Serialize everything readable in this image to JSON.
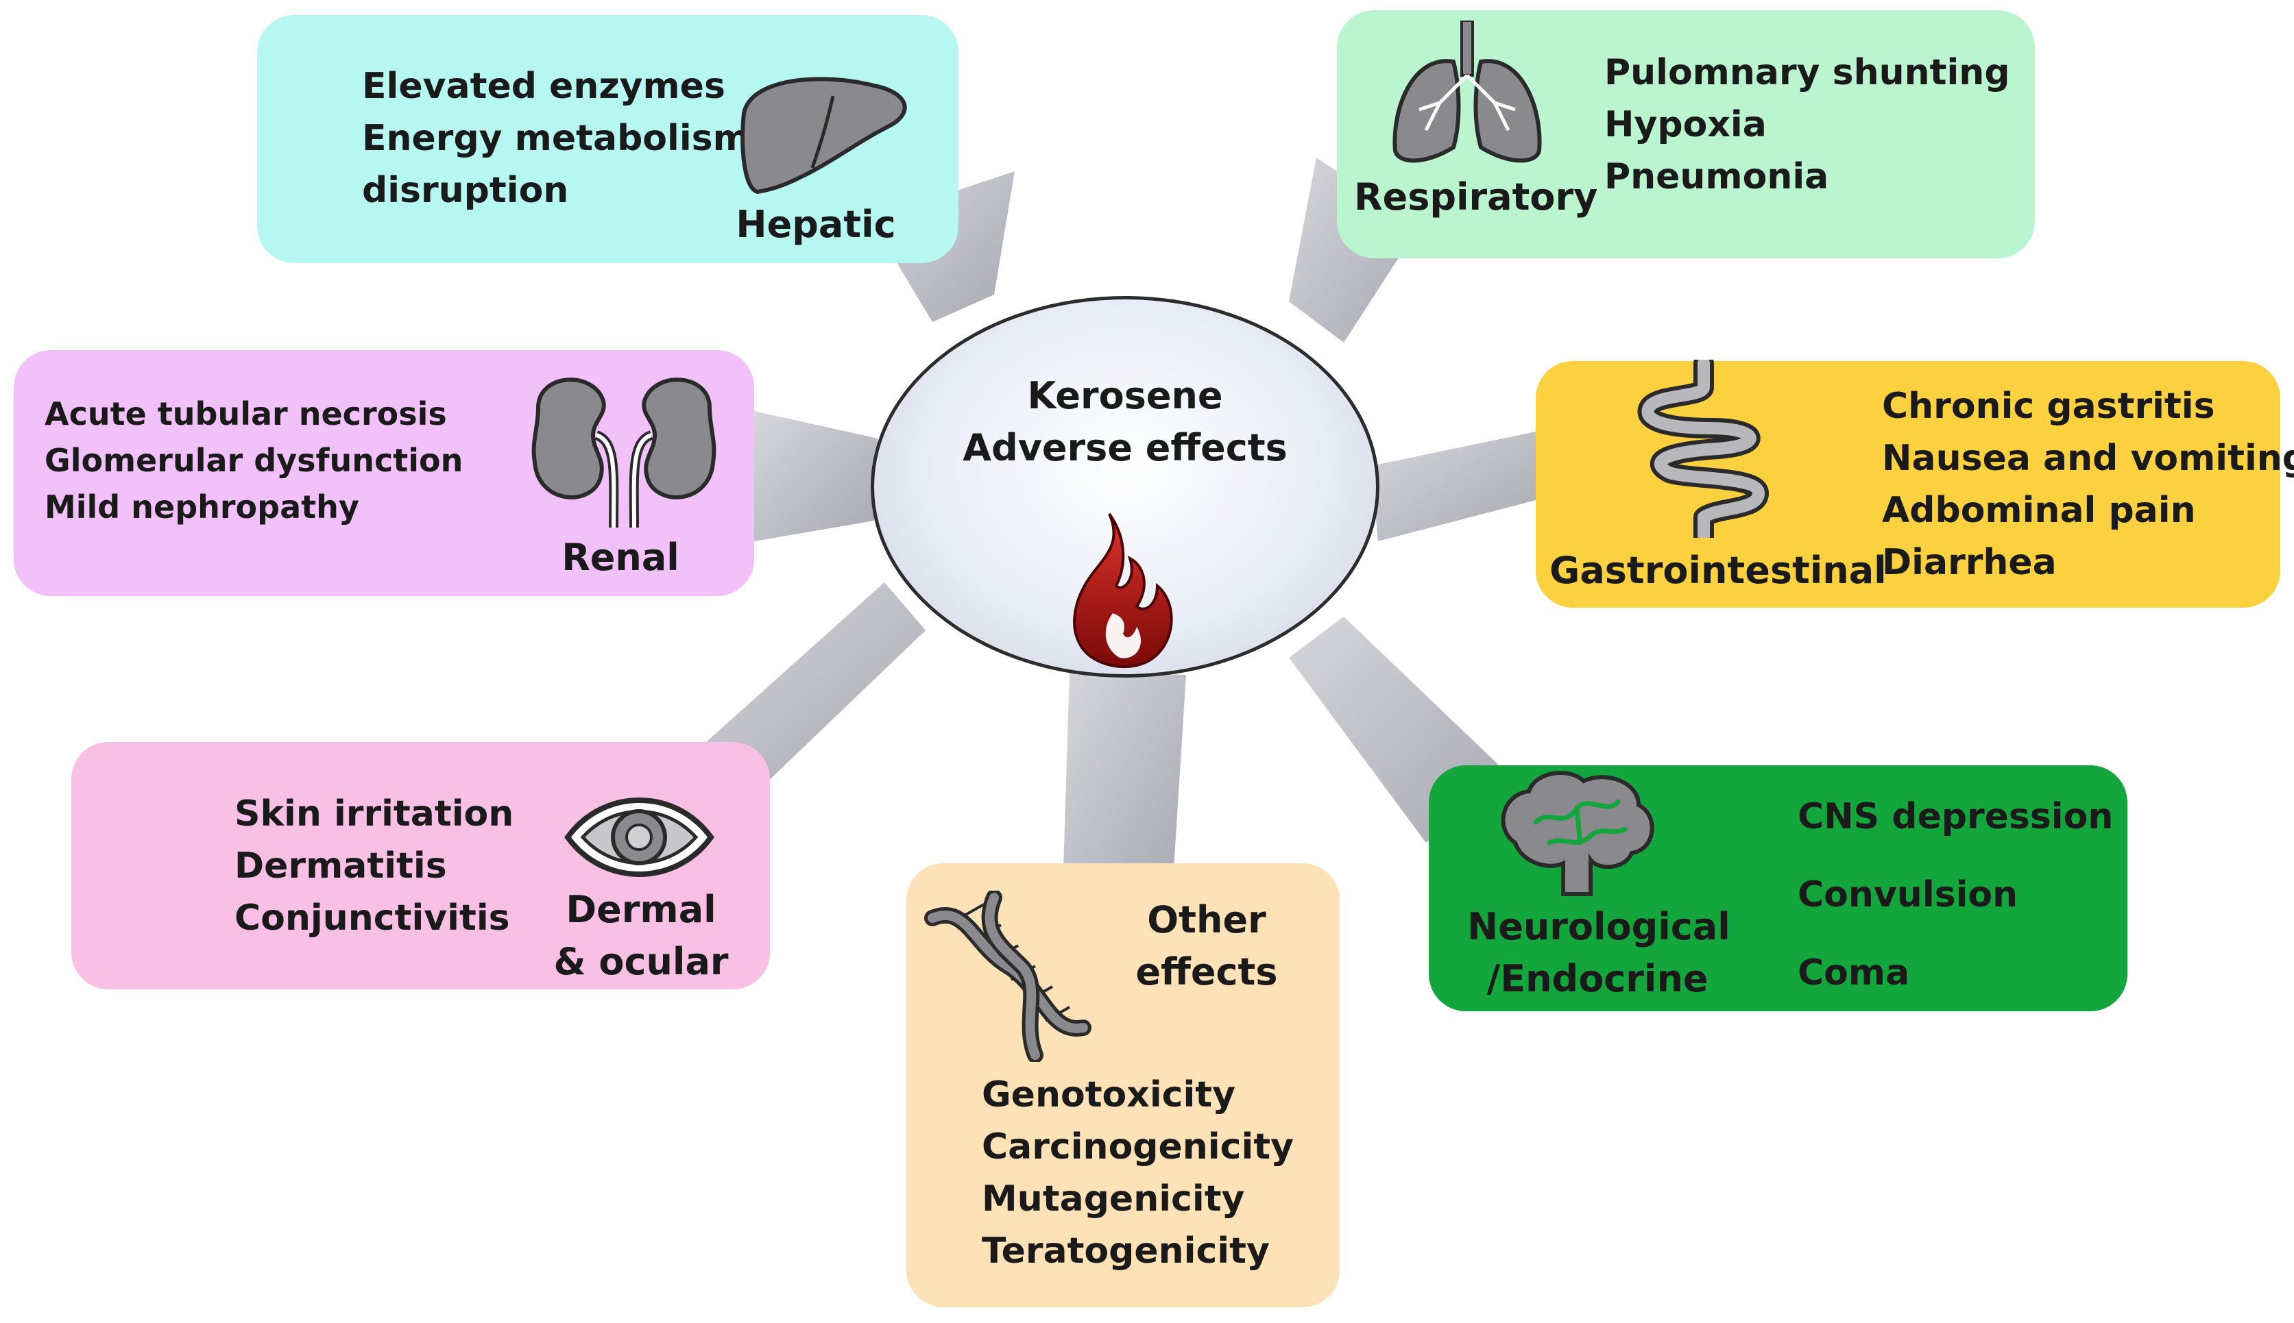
{
  "center": {
    "line1": "Kerosene",
    "line2": "Adverse effects",
    "icon": "flame-icon"
  },
  "colors": {
    "hepatic": "#b6f8f1",
    "respiratory": "#baf5d0",
    "gastrointestinal": "#fcd13f",
    "neurological": "#13a63d",
    "other": "#fce2b6",
    "dermal": "#f8c0e4",
    "renal": "#f2c1fa",
    "spoke": "#b6b6c0",
    "organ_icon": "#8a8a8e"
  },
  "hepatic": {
    "label": "Hepatic",
    "icon": "liver-icon",
    "items": [
      "Elevated enzymes",
      "Energy metabolism",
      "disruption"
    ]
  },
  "respiratory": {
    "label": "Respiratory",
    "icon": "lungs-icon",
    "items": [
      "Pulomnary shunting",
      "Hypoxia",
      "Pneumonia"
    ]
  },
  "gastrointestinal": {
    "label": "Gastrointestinal",
    "icon": "intestine-icon",
    "items": [
      "Chronic gastritis",
      "Nausea and vomiting",
      "Adbominal pain",
      "Diarrhea"
    ]
  },
  "neurological": {
    "label_line1": "Neurological",
    "label_line2": "/Endocrine",
    "icon": "brain-icon",
    "items": [
      "CNS depression",
      "Convulsion",
      "Coma"
    ]
  },
  "other": {
    "label_line1": "Other",
    "label_line2": "effects",
    "icon": "dna-icon",
    "items": [
      "Genotoxicity",
      "Carcinogenicity",
      "Mutagenicity",
      "Teratogenicity"
    ]
  },
  "dermal": {
    "label_line1": "Dermal",
    "label_line2": "& ocular",
    "icon": "eye-icon",
    "items": [
      "Skin irritation",
      "Dermatitis",
      "Conjunctivitis"
    ]
  },
  "renal": {
    "label": "Renal",
    "icon": "kidneys-icon",
    "items": [
      "Acute tubular necrosis",
      "Glomerular dysfunction",
      "Mild nephropathy"
    ]
  }
}
